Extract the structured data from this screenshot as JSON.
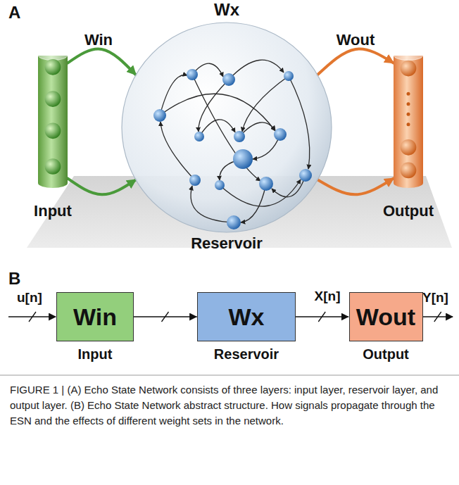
{
  "diagram": {
    "caption": "FIGURE 1 | (A) Echo State Network consists of three layers: input layer, reservoir layer, and output layer. (B) Echo State Network abstract structure. How signals propagate through the ESN and the effects of different weight sets in the network.",
    "nodes": [
      {
        "text": [
          "Input"
        ]
      },
      {
        "text": [
          "Wx",
          "Reservoir"
        ]
      },
      {
        "text": [
          "Output"
        ]
      },
      {
        "text": [
          "Win",
          "Input"
        ]
      },
      {
        "text": [
          "Wx",
          "Reservoir"
        ]
      },
      {
        "text": [
          "Wout",
          "Output"
        ]
      }
    ],
    "edges": [
      {
        "from": 0,
        "to": 1,
        "label": "Win",
        "arrow": "to"
      },
      {
        "from": 0,
        "to": 1,
        "arrow": "to"
      },
      {
        "from": 1,
        "to": 2,
        "label": "Wout",
        "arrow": "to"
      },
      {
        "from": 1,
        "to": 2,
        "arrow": "to"
      },
      {
        "from": 3,
        "to": 4,
        "arrow": "to"
      },
      {
        "from": 4,
        "to": 5,
        "label": "X[n]",
        "arrow": "to"
      }
    ],
    "labels": [
      "A",
      "B",
      "u[n]",
      "Y[n]"
    ]
  }
}
